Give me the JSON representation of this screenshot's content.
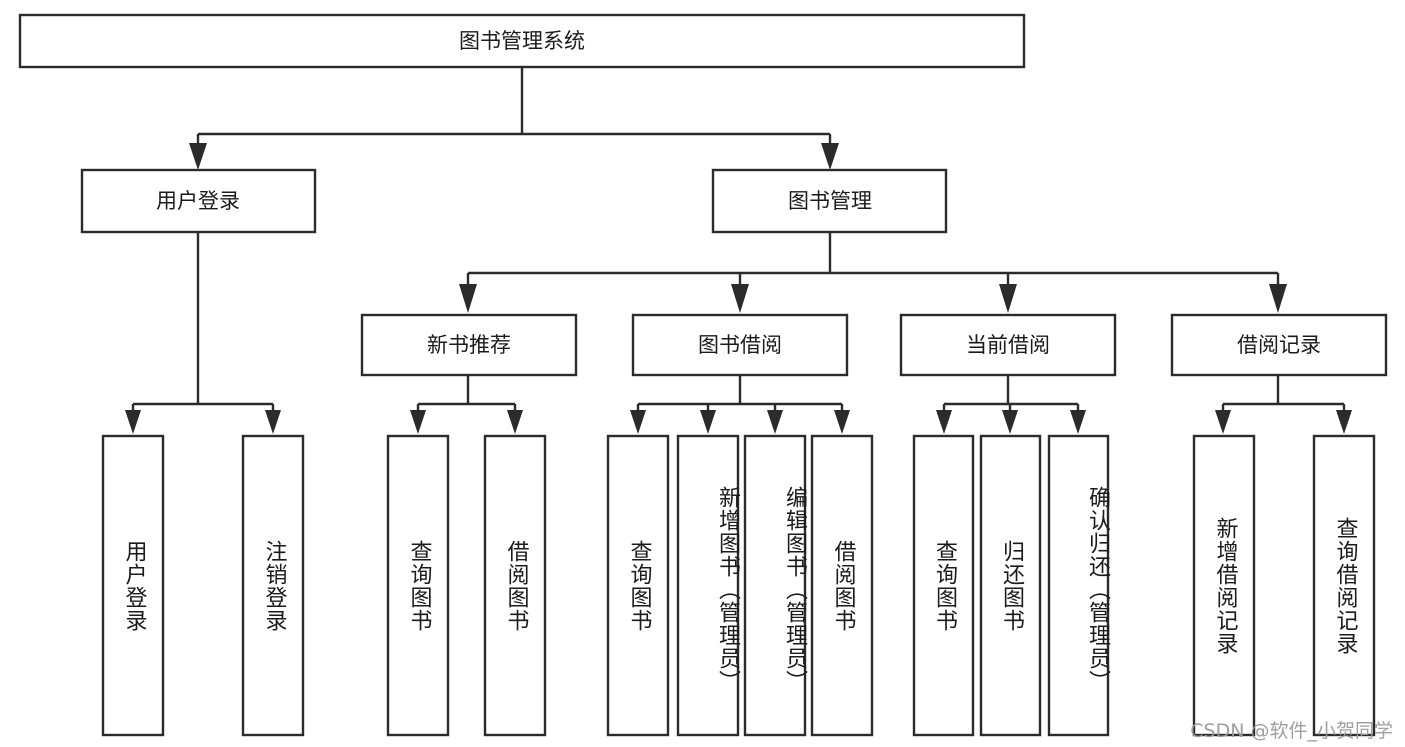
{
  "diagram": {
    "title": "图书管理系统",
    "type": "tree",
    "watermark": "CSDN @软件_小贺同学",
    "colors": {
      "stroke": "#2b2b2b",
      "fill": "#ffffff",
      "text": "#1b1b1b",
      "watermark": "#9a9a9a"
    },
    "root": {
      "label": "图书管理系统"
    },
    "level1": [
      {
        "id": "user-login",
        "label": "用户登录"
      },
      {
        "id": "book-manage",
        "label": "图书管理"
      }
    ],
    "level2": [
      {
        "id": "new-book-recommend",
        "label": "新书推荐",
        "parent": "book-manage"
      },
      {
        "id": "book-borrow",
        "label": "图书借阅",
        "parent": "book-manage"
      },
      {
        "id": "current-borrow",
        "label": "当前借阅",
        "parent": "book-manage"
      },
      {
        "id": "borrow-record",
        "label": "借阅记录",
        "parent": "book-manage"
      }
    ],
    "leaves": {
      "user-login": [
        {
          "id": "leaf-user-login",
          "label": "用户登录"
        },
        {
          "id": "leaf-user-logout",
          "label": "注销登录"
        }
      ],
      "new-book-recommend": [
        {
          "id": "leaf-query-book-1",
          "label": "查询图书"
        },
        {
          "id": "leaf-borrow-book-1",
          "label": "借阅图书"
        }
      ],
      "book-borrow": [
        {
          "id": "leaf-query-book-2",
          "label": "查询图书"
        },
        {
          "id": "leaf-add-book",
          "label": "新增图书（管理员）"
        },
        {
          "id": "leaf-edit-book",
          "label": "编辑图书（管理员）"
        },
        {
          "id": "leaf-borrow-book-2",
          "label": "借阅图书"
        }
      ],
      "current-borrow": [
        {
          "id": "leaf-query-book-3",
          "label": "查询图书"
        },
        {
          "id": "leaf-return-book",
          "label": "归还图书"
        },
        {
          "id": "leaf-confirm-return",
          "label": "确认归还（管理员）"
        }
      ],
      "borrow-record": [
        {
          "id": "leaf-add-record",
          "label": "新增借阅记录"
        },
        {
          "id": "leaf-query-record",
          "label": "查询借阅记录"
        }
      ]
    }
  }
}
